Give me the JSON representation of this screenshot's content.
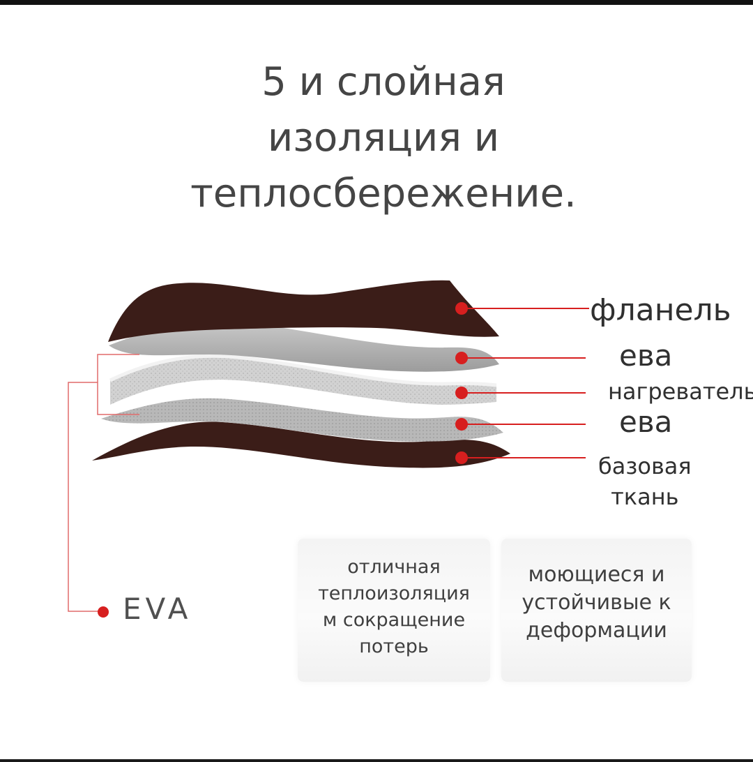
{
  "title": "5 и слойная\nизоляция и\nтеплосбережение.",
  "layers": {
    "flannel": "фланель",
    "eva_top": "ева",
    "heater": "нагреватель",
    "eva_bottom": "ева",
    "base_fabric": "базовая\nткань"
  },
  "eva_label": "EVA",
  "features": [
    {
      "text": "отличная\nтеплоизоляция\nм сокращение\nпотерь"
    },
    {
      "text": "моющиеся и\nустойчивые к\nдеформации"
    }
  ],
  "colors": {
    "brown": "#3b1d18",
    "eva_gray": "#b4b4b4",
    "heater_gray": "#d0d0d0",
    "accent_red": "#d71f1f"
  }
}
